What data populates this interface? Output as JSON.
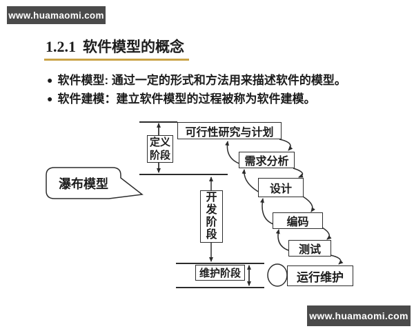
{
  "theme": {
    "background": "#ffffff",
    "ink": "#2b2b2b",
    "text": "#1c1c1c",
    "banner_bg": "#4a4a4a",
    "banner_text": "#ffffff",
    "accent_underline": "#c9a245"
  },
  "watermarks": {
    "top": "www.huamaomi.com",
    "bottom": "www.huamaomi.com"
  },
  "title": {
    "number": "1.2.1",
    "text": "软件模型的概念"
  },
  "bullets": {
    "glyph": "●",
    "items": [
      "软件模型: 通过一定的形式和方法用来描述软件的模型。",
      "软件建模：建立软件模型的过程被称为软件建模。"
    ]
  },
  "diagram": {
    "callout_label": "瀑布模型",
    "phases": {
      "definition": "定义阶段",
      "development": "开发阶段",
      "maintenance": "维护阶段"
    },
    "steps": {
      "feasibility": "可行性研究与计划",
      "requirements": "需求分析",
      "design": "设计",
      "coding": "编码",
      "testing": "测试",
      "operation": "运行维护"
    }
  }
}
